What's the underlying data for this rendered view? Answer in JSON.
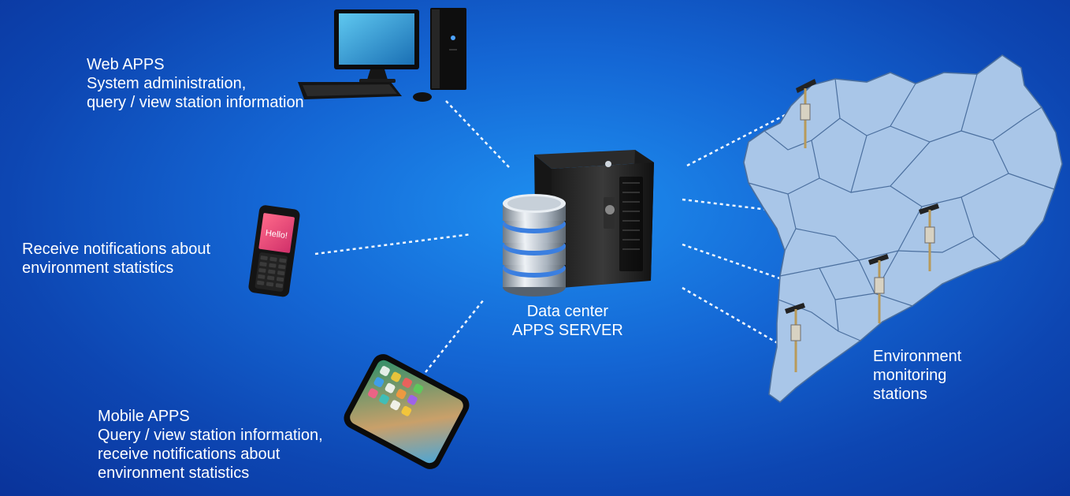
{
  "web_apps": {
    "title": "Web APPS",
    "lines": [
      "System administration,",
      "query / view station information"
    ]
  },
  "feature_phone": {
    "lines": [
      "Receive notifications about",
      "environment statistics"
    ],
    "screen_text": "Hello!"
  },
  "mobile_apps": {
    "title": "Mobile APPS",
    "lines": [
      "Query / view station information,",
      "receive notifications about",
      "environment statistics"
    ]
  },
  "data_center": {
    "lines": [
      "Data center",
      "APPS SERVER"
    ]
  },
  "stations": {
    "lines": [
      "Environment",
      "monitoring",
      "stations"
    ]
  },
  "colors": {
    "background": "#1466d4",
    "map_fill": "#a9c6e8",
    "map_border": "#4b6f9e",
    "link": "#ffffff"
  }
}
